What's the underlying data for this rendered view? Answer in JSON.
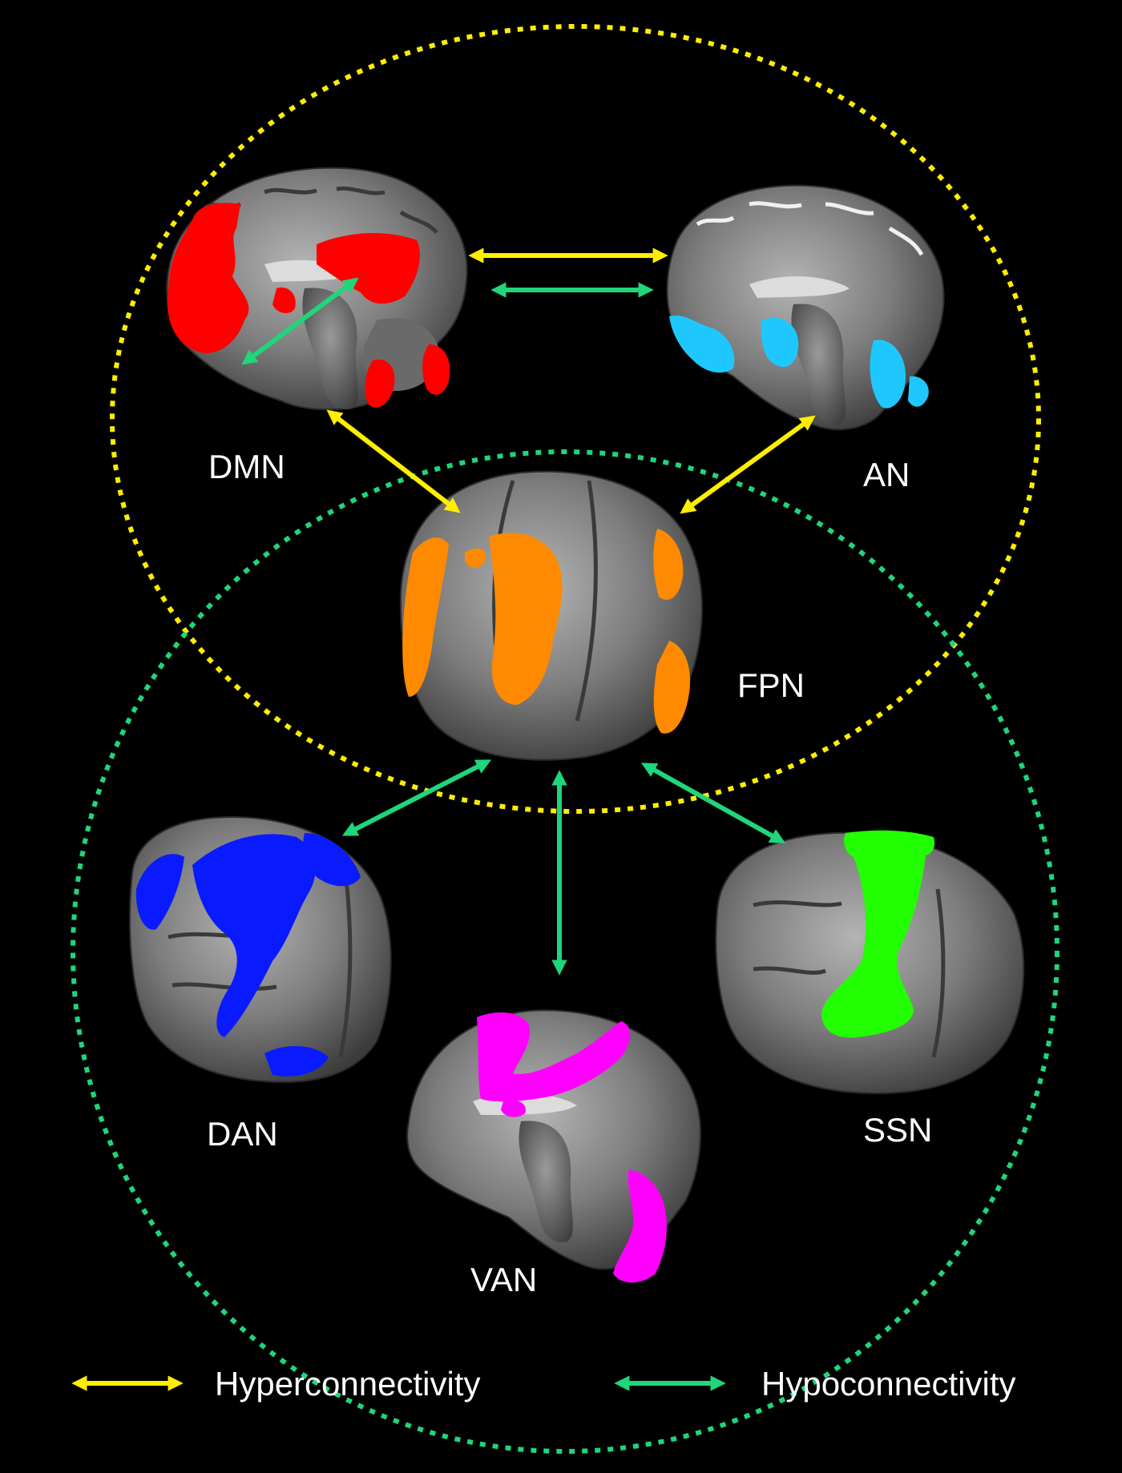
{
  "networks": {
    "dmn": {
      "label": "DMN",
      "color": "#ff0000"
    },
    "an": {
      "label": "AN",
      "color": "#1ec8ff"
    },
    "fpn": {
      "label": "FPN",
      "color": "#ff8a00"
    },
    "dan": {
      "label": "DAN",
      "color": "#0a1aff"
    },
    "van": {
      "label": "VAN",
      "color": "#ff00ff"
    },
    "ssn": {
      "label": "SSN",
      "color": "#22ff00"
    }
  },
  "legend": {
    "hyper": {
      "label": "Hyperconnectivity",
      "color": "#ffee00"
    },
    "hypo": {
      "label": "Hypoconnectivity",
      "color": "#1fd67a"
    }
  },
  "connections": [
    {
      "from": "DMN",
      "to": "AN",
      "type": "hyper"
    },
    {
      "from": "DMN",
      "to": "AN",
      "type": "hypo"
    },
    {
      "from": "DMN",
      "to": "FPN",
      "type": "hyper"
    },
    {
      "from": "AN",
      "to": "FPN",
      "type": "hyper"
    },
    {
      "from": "FPN",
      "to": "DAN",
      "type": "hypo"
    },
    {
      "from": "FPN",
      "to": "VAN",
      "type": "hypo"
    },
    {
      "from": "FPN",
      "to": "SSN",
      "type": "hypo"
    },
    {
      "from": "DMN",
      "to": "DMN",
      "type": "hypo"
    }
  ],
  "groups": {
    "upper": {
      "color": "#ffee00"
    },
    "lower": {
      "color": "#1fd67a"
    }
  }
}
